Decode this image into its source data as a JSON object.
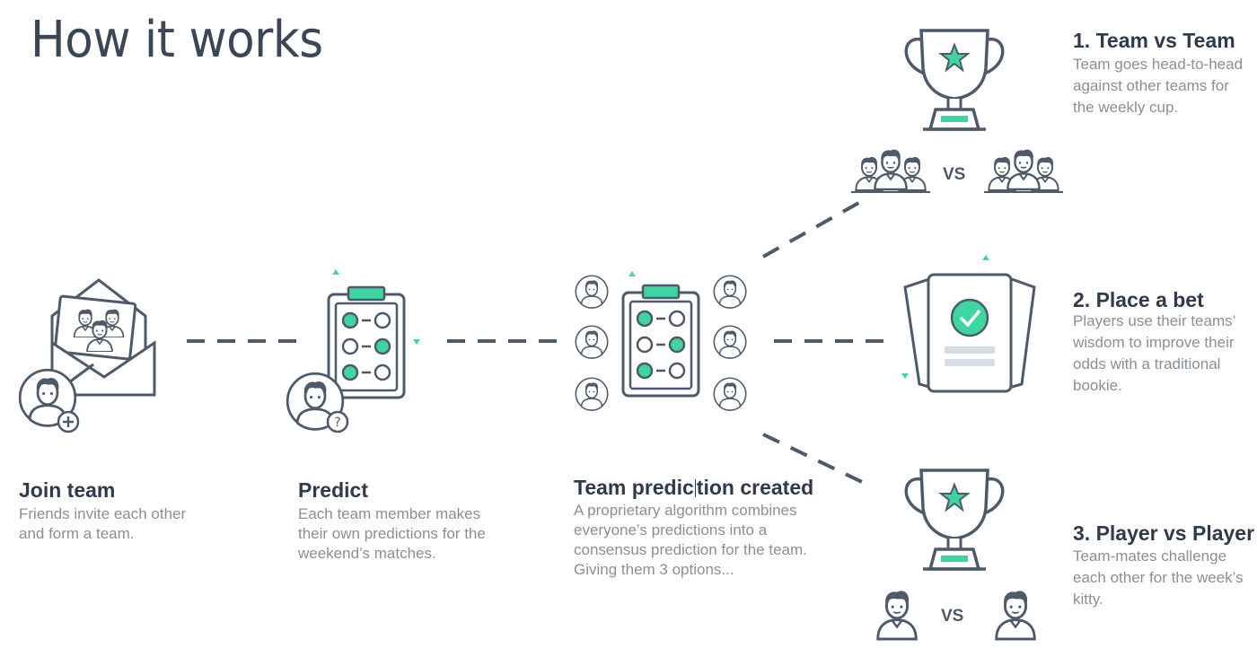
{
  "title": "How it works",
  "steps": [
    {
      "title": "Join team",
      "desc": "Friends invite each other and form a team."
    },
    {
      "title": "Predict",
      "desc": "Each team member makes their own predictions for the weekend’s matches."
    },
    {
      "title_a": "Team predic",
      "title_b": "tion created",
      "desc": "A proprietary algorithm combines everyone’s predictions into a consensus prediction for the team. Giving  them 3 options..."
    }
  ],
  "options": [
    {
      "title": "1. Team vs Team",
      "desc": "Team goes head-to-head against  other teams for the weekly cup.",
      "vs": "VS"
    },
    {
      "title": "2. Place a bet",
      "desc": "Players use their teams’ wisdom to improve their odds with a traditional bookie."
    },
    {
      "title": "3. Player vs Player",
      "desc": "Team-mates challenge each other for the week’s kitty.",
      "vs": "VS"
    }
  ],
  "colors": {
    "accent": "#3ed6a0",
    "ink": "#3d4656",
    "muted": "#8a8f98",
    "dash": "#4e5a6b"
  }
}
